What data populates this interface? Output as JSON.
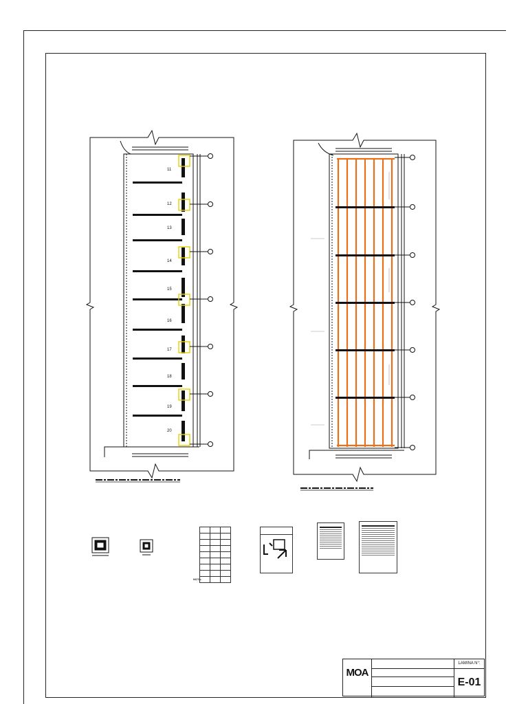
{
  "plan_left": {
    "bay_labels": [
      "11",
      "12",
      "13",
      "14",
      "15",
      "16",
      "17",
      "18",
      "19",
      "20"
    ],
    "caption": "",
    "scale_note": ""
  },
  "plan_right": {
    "caption": "",
    "scale_note": ""
  },
  "schedule": {
    "title": "",
    "header": [
      "",
      "",
      ""
    ],
    "rows": [
      [
        "",
        "",
        ""
      ],
      [
        "",
        "",
        ""
      ],
      [
        "",
        "",
        ""
      ],
      [
        "",
        "",
        ""
      ],
      [
        "",
        "",
        ""
      ],
      [
        "",
        "",
        ""
      ],
      [
        "",
        "",
        ""
      ],
      [
        "",
        "",
        ""
      ]
    ]
  },
  "detail": {
    "title": ""
  },
  "nota": {
    "label": "NOTA:",
    "text": ""
  },
  "title_block": {
    "logo": "MOA",
    "logo_sub": "",
    "project": "",
    "drawing_title": "",
    "location": "",
    "lamina_label": "LAMINA N°:",
    "sheet_number": "E-01"
  },
  "colors": {
    "rebar": "#e8701a",
    "highlight": "#e6d000",
    "ink": "#111111"
  }
}
